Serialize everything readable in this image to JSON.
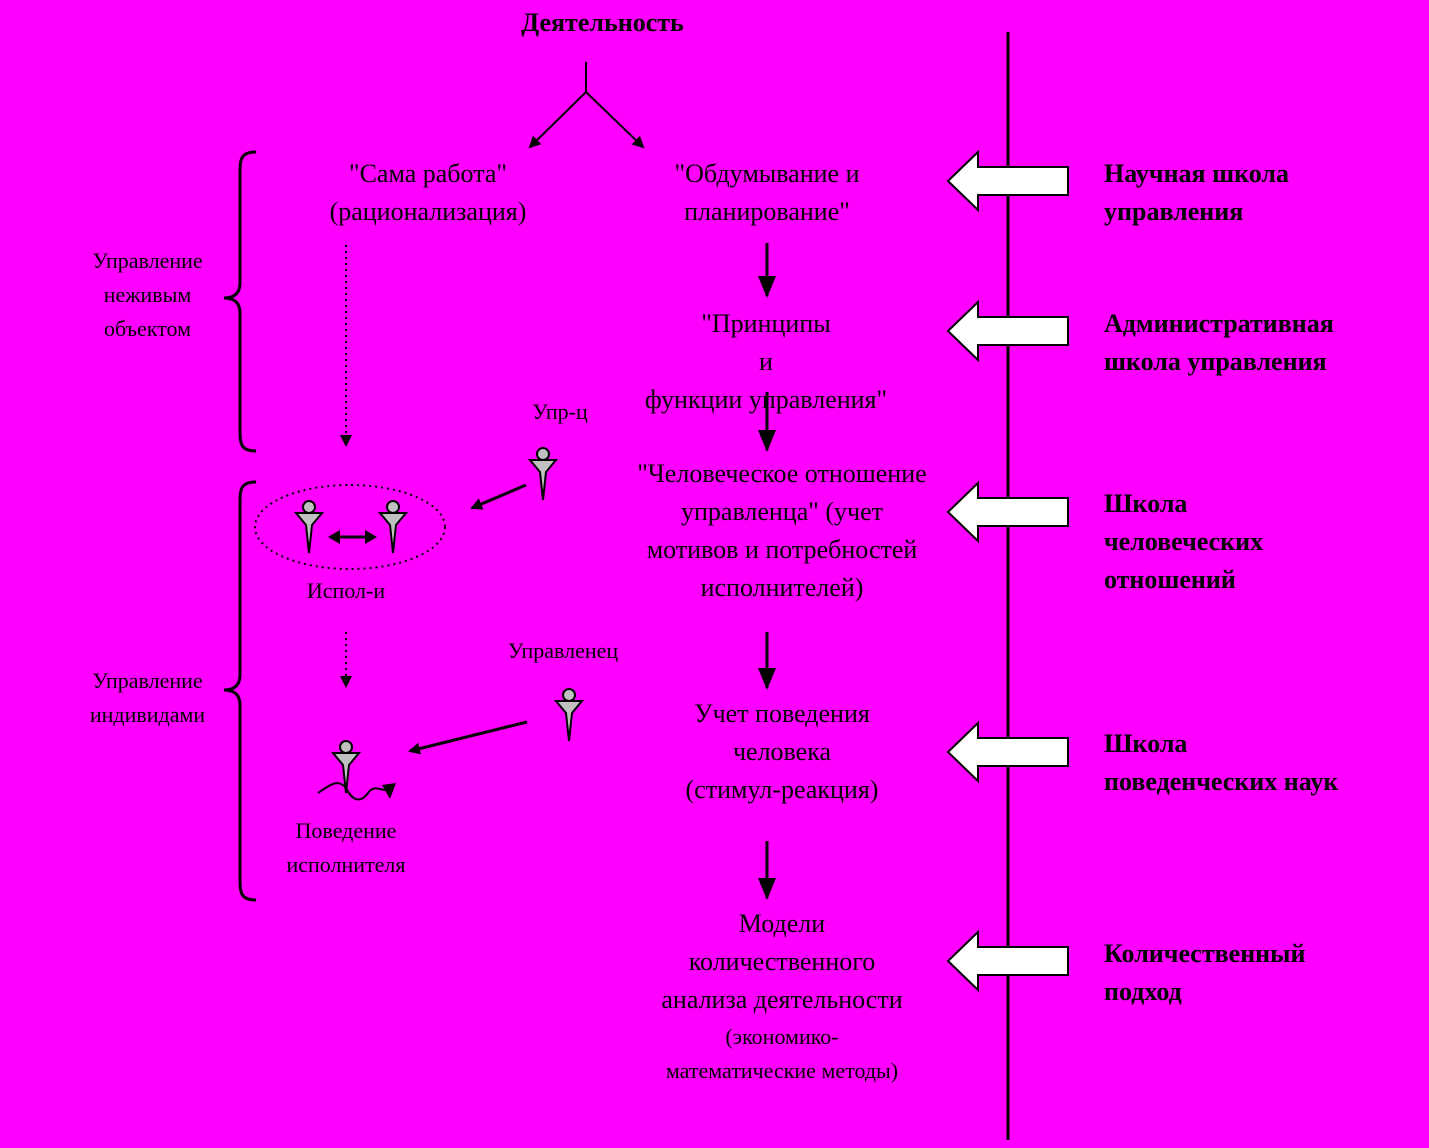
{
  "title": "Деятельность",
  "branches": {
    "work": "\"Сама работа\"\n(рационализация)",
    "planning": "\"Обдумывание и\nпланирование\""
  },
  "flow": {
    "principles": "\"Принципы\nи\nфункции управления\"",
    "human_relation": "\"Человеческое отношение\nуправленца\" (учет\nмотивов и потребностей\nисполнителей)",
    "behavior": "Учет поведения\nчеловека\n(стимул-реакция)",
    "models": "Модели\nколичественного\nанализа деятельности",
    "models_note": "(экономико-\nматематические методы)"
  },
  "left_panel": {
    "brace_top_label": "Управление\nнеживым\nобъектом",
    "brace_bottom_label": "Управление\nиндивидами",
    "manager_short": "Упр-ц",
    "executors": "Испол-и",
    "manager": "Управленец",
    "executor_behavior": "Поведение\nисполнителя"
  },
  "schools": [
    "Научная школа\nуправления",
    "Административная\nшкола управления",
    "Школа\nчеловеческих\nотношений",
    "Школа\nповеденческих наук",
    "Количественный\nподход"
  ],
  "colors": {
    "background": "#ff00ff",
    "ink": "#000000",
    "figure_fill": "#c0c0c0",
    "arrow_fill": "#ffffff"
  }
}
